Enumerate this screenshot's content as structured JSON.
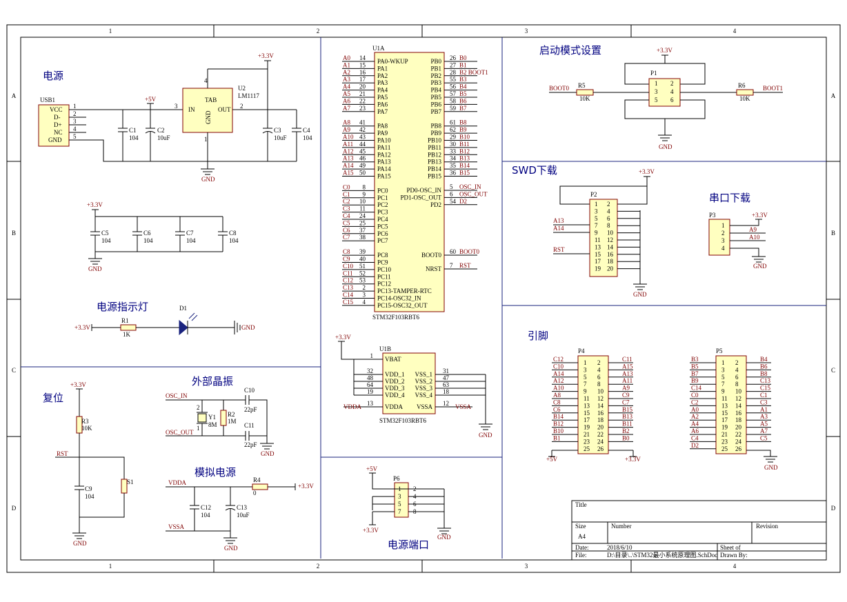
{
  "frame": {
    "cols": [
      "1",
      "2",
      "3",
      "4"
    ],
    "rows": [
      "A",
      "B",
      "C",
      "D"
    ]
  },
  "sections": {
    "power": "电源",
    "power_led": "电源指示灯",
    "reset": "复位",
    "crystal": "外部晶振",
    "analog_power": "模拟电源",
    "power_port": "电源端口",
    "boot_mode": "启动模式设置",
    "swd": "SWD下载",
    "uart": "串口下载",
    "pins": "引脚"
  },
  "power": {
    "usb_ref": "USB1",
    "usb_pins": [
      "VCC",
      "D-",
      "D+",
      "NC",
      "GND"
    ],
    "usb_nums": [
      "1",
      "2",
      "3",
      "4",
      "5"
    ],
    "reg_ref": "U2",
    "reg_val": "LM1117",
    "reg_tab": "TAB",
    "reg_in": "IN",
    "reg_out": "OUT",
    "reg_gnd": "GND",
    "reg_pin_in": "3",
    "reg_pin_out": "2",
    "reg_pin_tab": "4",
    "reg_pin_gnd": "1",
    "v5": "+5V",
    "v33": "+3.3V",
    "gnd": "GND",
    "c1": "C1",
    "c1v": "104",
    "c2": "C2",
    "c2v": "10uF",
    "c3": "C3",
    "c3v": "10uF",
    "c4": "C4",
    "c4v": "104"
  },
  "decoupling": {
    "v33": "+3.3V",
    "gnd": "GND",
    "caps": [
      {
        "ref": "C5",
        "val": "104"
      },
      {
        "ref": "C6",
        "val": "104"
      },
      {
        "ref": "C7",
        "val": "104"
      },
      {
        "ref": "C8",
        "val": "104"
      }
    ]
  },
  "led": {
    "v33": "+3.3V",
    "r": "R1",
    "rv": "1K",
    "d": "D1",
    "gnd": "GND"
  },
  "reset": {
    "v33": "+3.3V",
    "r": "R3",
    "rv": "10K",
    "net": "RST",
    "c": "C9",
    "cv": "104",
    "sw": "S1",
    "gnd": "GND"
  },
  "crystal": {
    "osc_in": "OSC_IN",
    "osc_out": "OSC_OUT",
    "y": "Y1",
    "yv": "8M",
    "r": "R2",
    "rv": "1M",
    "c10": "C10",
    "c10v": "22pF",
    "c11": "C11",
    "c11v": "22pF",
    "gnd": "GND",
    "p1": "1",
    "p2": "2"
  },
  "analog": {
    "vdda": "VDDA",
    "vssa": "VSSA",
    "r": "R4",
    "rv": "0",
    "v33": "+3.3V",
    "c12": "C12",
    "c12v": "104",
    "c13": "C13",
    "c13v": "10uF",
    "gnd": "GND"
  },
  "mcu_a": {
    "ref": "U1A",
    "part": "STM32F103RBT6",
    "left": [
      {
        "net": "A0",
        "num": "14",
        "pin": "PA0-WKUP"
      },
      {
        "net": "A1",
        "num": "15",
        "pin": "PA1"
      },
      {
        "net": "A2",
        "num": "16",
        "pin": "PA2"
      },
      {
        "net": "A3",
        "num": "17",
        "pin": "PA3"
      },
      {
        "net": "A4",
        "num": "20",
        "pin": "PA4"
      },
      {
        "net": "A5",
        "num": "21",
        "pin": "PA5"
      },
      {
        "net": "A6",
        "num": "22",
        "pin": "PA6"
      },
      {
        "net": "A7",
        "num": "23",
        "pin": "PA7"
      },
      {
        "net": "A8",
        "num": "41",
        "pin": "PA8"
      },
      {
        "net": "A9",
        "num": "42",
        "pin": "PA9"
      },
      {
        "net": "A10",
        "num": "43",
        "pin": "PA10"
      },
      {
        "net": "A11",
        "num": "44",
        "pin": "PA11"
      },
      {
        "net": "A12",
        "num": "45",
        "pin": "PA12"
      },
      {
        "net": "A13",
        "num": "46",
        "pin": "PA13"
      },
      {
        "net": "A14",
        "num": "49",
        "pin": "PA14"
      },
      {
        "net": "A15",
        "num": "50",
        "pin": "PA15"
      },
      {
        "net": "C0",
        "num": "8",
        "pin": "PC0"
      },
      {
        "net": "C1",
        "num": "9",
        "pin": "PC1"
      },
      {
        "net": "C2",
        "num": "10",
        "pin": "PC2"
      },
      {
        "net": "C3",
        "num": "11",
        "pin": "PC3"
      },
      {
        "net": "C4",
        "num": "24",
        "pin": "PC4"
      },
      {
        "net": "C5",
        "num": "25",
        "pin": "PC5"
      },
      {
        "net": "C6",
        "num": "37",
        "pin": "PC6"
      },
      {
        "net": "C7",
        "num": "38",
        "pin": "PC7"
      },
      {
        "net": "C8",
        "num": "39",
        "pin": "PC8"
      },
      {
        "net": "C9",
        "num": "40",
        "pin": "PC9"
      },
      {
        "net": "C10",
        "num": "51",
        "pin": "PC10"
      },
      {
        "net": "C11",
        "num": "52",
        "pin": "PC11"
      },
      {
        "net": "C12",
        "num": "53",
        "pin": "PC12"
      },
      {
        "net": "C13",
        "num": "2",
        "pin": "PC13-TAMPER-RTC"
      },
      {
        "net": "C14",
        "num": "3",
        "pin": "PC14-OSC32_IN"
      },
      {
        "net": "C15",
        "num": "4",
        "pin": "PC15-OSC32_OUT"
      }
    ],
    "right": [
      {
        "pin": "PB0",
        "num": "26",
        "net": "B0"
      },
      {
        "pin": "PB1",
        "num": "27",
        "net": "B1"
      },
      {
        "pin": "PB2",
        "num": "28",
        "net": "B2 BOOT1"
      },
      {
        "pin": "PB3",
        "num": "55",
        "net": "B3"
      },
      {
        "pin": "PB4",
        "num": "56",
        "net": "B4"
      },
      {
        "pin": "PB5",
        "num": "57",
        "net": "B5"
      },
      {
        "pin": "PB6",
        "num": "58",
        "net": "B6"
      },
      {
        "pin": "PB7",
        "num": "59",
        "net": "B7"
      },
      {
        "pin": "PB8",
        "num": "61",
        "net": "B8"
      },
      {
        "pin": "PB9",
        "num": "62",
        "net": "B9"
      },
      {
        "pin": "PB10",
        "num": "29",
        "net": "B10"
      },
      {
        "pin": "PB11",
        "num": "30",
        "net": "B11"
      },
      {
        "pin": "PB12",
        "num": "33",
        "net": "B12"
      },
      {
        "pin": "PB13",
        "num": "34",
        "net": "B13"
      },
      {
        "pin": "PB14",
        "num": "35",
        "net": "B14"
      },
      {
        "pin": "PB15",
        "num": "36",
        "net": "B15"
      },
      {
        "pin": "PD0-OSC_IN",
        "num": "5",
        "net": "OSC_IN"
      },
      {
        "pin": "PD1-OSC_OUT",
        "num": "6",
        "net": "OSC_OUT"
      },
      {
        "pin": "PD2",
        "num": "54",
        "net": "D2"
      },
      {
        "pin": "BOOT0",
        "num": "60",
        "net": "BOOT0"
      },
      {
        "pin": "NRST",
        "num": "7",
        "net": "RST"
      }
    ]
  },
  "mcu_b": {
    "ref": "U1B",
    "part": "STM32F103RBT6",
    "v33": "+3.3V",
    "gnd": "GND",
    "left": [
      {
        "num": "1",
        "pin": "VBAT"
      },
      {
        "num": "32",
        "pin": "VDD_1"
      },
      {
        "num": "48",
        "pin": "VDD_2"
      },
      {
        "num": "64",
        "pin": "VDD_3"
      },
      {
        "num": "19",
        "pin": "VDD_4"
      },
      {
        "num": "13",
        "pin": "VDDA"
      }
    ],
    "right": [
      {
        "num": "31",
        "pin": "VSS_1"
      },
      {
        "num": "47",
        "pin": "VSS_2"
      },
      {
        "num": "63",
        "pin": "VSS_3"
      },
      {
        "num": "18",
        "pin": "VSS_4"
      },
      {
        "num": "12",
        "pin": "VSSA"
      }
    ],
    "vdda": "VDDA",
    "vssa": "VSSA"
  },
  "power_port": {
    "ref": "P6",
    "v5": "+5V",
    "v33": "+3.3V",
    "gnd": "GND",
    "pins": [
      "1",
      "2",
      "3",
      "4",
      "5",
      "6",
      "7",
      "8"
    ]
  },
  "boot": {
    "v33": "+3.3V",
    "ref": "P1",
    "pins": [
      "1",
      "2",
      "3",
      "4",
      "5",
      "6"
    ],
    "boot0": "BOOT0",
    "boot1": "BOOT1",
    "r5": "R5",
    "r5v": "10K",
    "r6": "R6",
    "r6v": "10K",
    "gnd": "GND"
  },
  "swd": {
    "v33": "+3.3V",
    "ref": "P2",
    "pins": [
      "1",
      "2",
      "3",
      "4",
      "5",
      "6",
      "7",
      "8",
      "9",
      "10",
      "11",
      "12",
      "13",
      "14",
      "15",
      "16",
      "17",
      "18",
      "19",
      "20"
    ],
    "a13": "A13",
    "a14": "A14",
    "rst": "RST",
    "gnd": "GND"
  },
  "uart": {
    "v33": "+3.3V",
    "ref": "P3",
    "pins": [
      "1",
      "2",
      "3",
      "4"
    ],
    "a9": "A9",
    "a10": "A10",
    "gnd": "GND"
  },
  "p4": {
    "ref": "P4",
    "left": [
      "C12",
      "C10",
      "A14",
      "A12",
      "A10",
      "A8",
      "C8",
      "C6",
      "B14",
      "B12",
      "B10",
      "B1"
    ],
    "right": [
      "C11",
      "A15",
      "A13",
      "A11",
      "A9",
      "C9",
      "C7",
      "B15",
      "B13",
      "B11",
      "B2",
      "B0"
    ],
    "v5": "+5V",
    "v33": "+3.3V"
  },
  "p5": {
    "ref": "P5",
    "left": [
      "B3",
      "B5",
      "B7",
      "B9",
      "C14",
      "C0",
      "C2",
      "A0",
      "A2",
      "A4",
      "A6",
      "C4",
      "D2"
    ],
    "right": [
      "B4",
      "B6",
      "B8",
      "C13",
      "C15",
      "C1",
      "C3",
      "A1",
      "A3",
      "A5",
      "A7",
      "C5"
    ],
    "gnd": "GND"
  },
  "title_block": {
    "title_label": "Title",
    "size_label": "Size",
    "size": "A4",
    "number_label": "Number",
    "revision_label": "Revision",
    "date_label": "Date:",
    "date": "2018/6/10",
    "sheet_label": "Sheet of",
    "file_label": "File:",
    "file": "D:\\目录\\..\\STM32最小系统原理图.SchDoc",
    "drawn_label": "Drawn By:"
  }
}
